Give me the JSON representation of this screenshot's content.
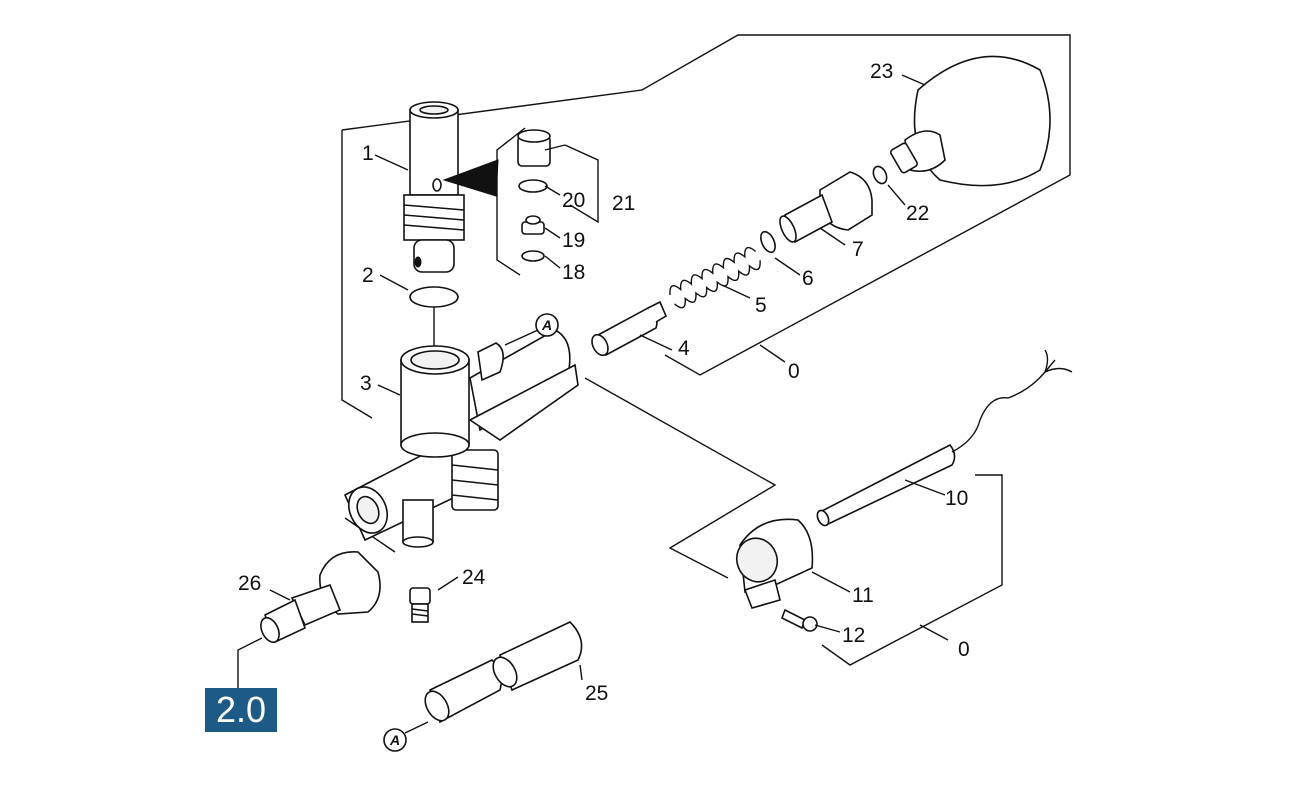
{
  "section_badge": "2.0",
  "callout_marker": "A",
  "labels": {
    "p0a": "0",
    "p0b": "0",
    "p1": "1",
    "p2": "2",
    "p3": "3",
    "p4": "4",
    "p5": "5",
    "p6": "6",
    "p7": "7",
    "p10": "10",
    "p11": "11",
    "p12": "12",
    "p18": "18",
    "p19": "19",
    "p20": "20",
    "p21": "21",
    "p22": "22",
    "p23": "23",
    "p24": "24",
    "p25": "25",
    "p26": "26"
  },
  "colors": {
    "badge": "#1d5b86",
    "line": "#111111"
  }
}
